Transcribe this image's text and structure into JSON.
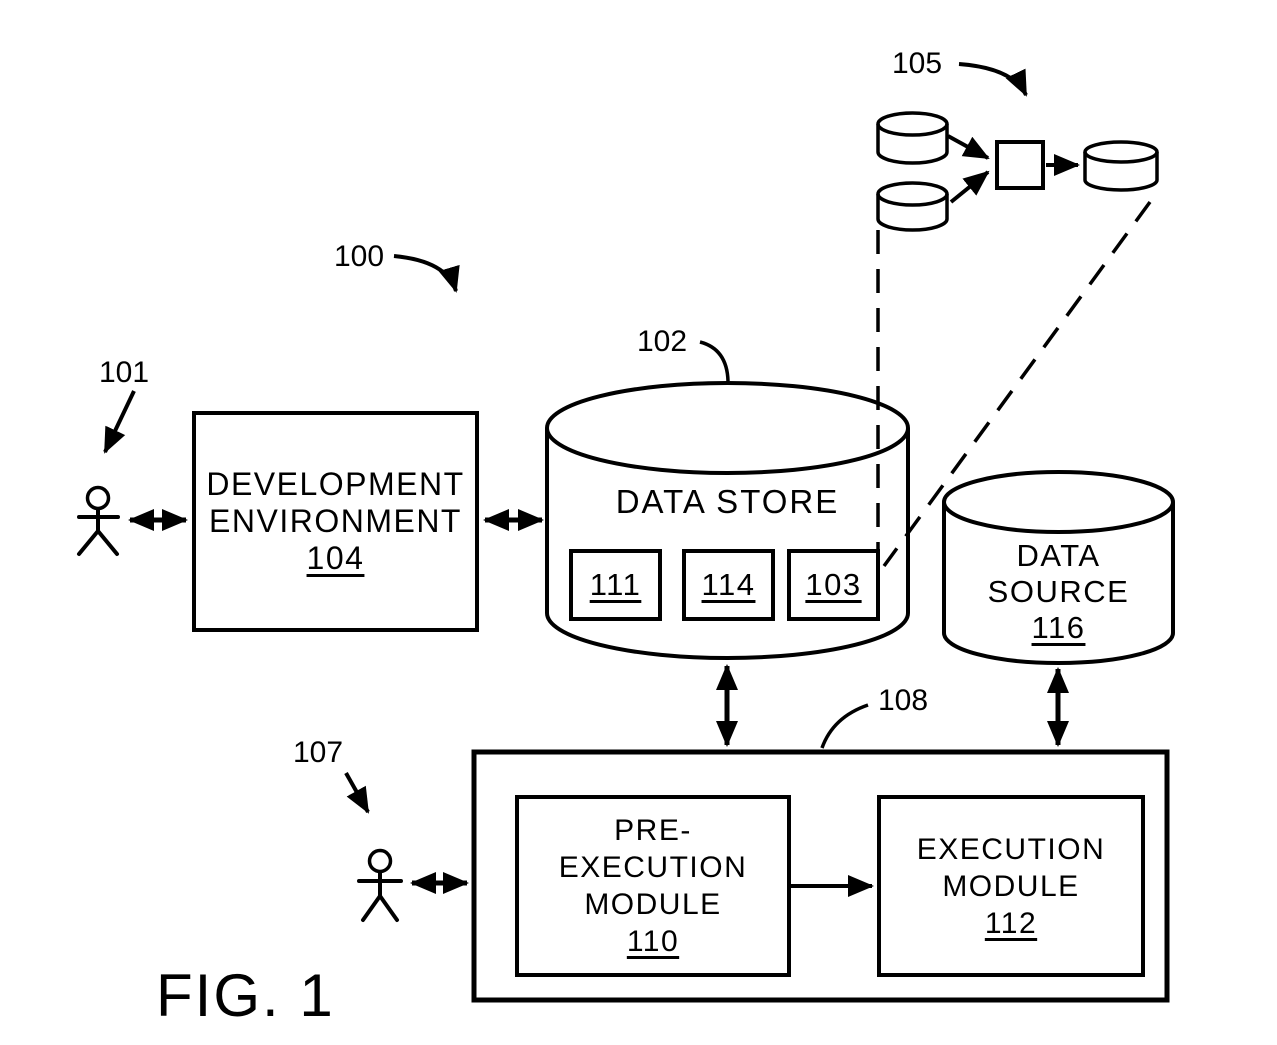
{
  "figure": {
    "caption": "FIG. 1",
    "ink": "#000000",
    "background": "#ffffff",
    "refs": {
      "system": "100",
      "developer_user": "101",
      "data_store": "102",
      "pipeline_detail": "105",
      "operator_user": "107",
      "execution_environment": "108"
    },
    "development_environment": {
      "lines": [
        "DEVELOPMENT",
        "ENVIRONMENT"
      ],
      "ref": "104"
    },
    "data_store": {
      "title": "DATA STORE",
      "items": [
        {
          "ref": "111"
        },
        {
          "ref": "114"
        },
        {
          "ref": "103"
        }
      ]
    },
    "data_source": {
      "lines": [
        "DATA",
        "SOURCE"
      ],
      "ref": "116"
    },
    "pre_execution_module": {
      "lines": [
        "PRE-",
        "EXECUTION",
        "MODULE"
      ],
      "ref": "110"
    },
    "execution_module": {
      "lines": [
        "EXECUTION",
        "MODULE"
      ],
      "ref": "112"
    }
  }
}
